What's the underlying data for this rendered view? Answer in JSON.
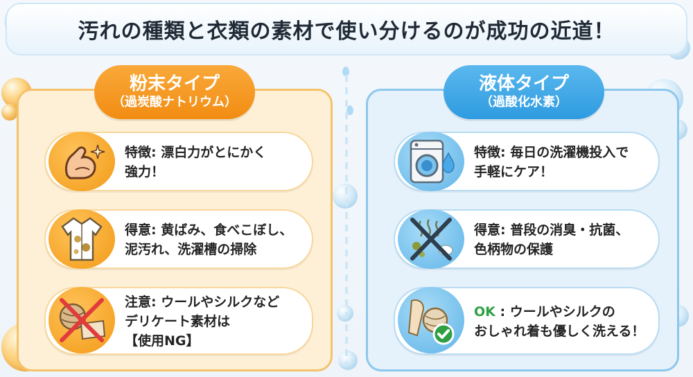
{
  "title": "汚れの種類と衣類の素材で使い分けるのが成功の近道！",
  "left": {
    "header_title": "粉末タイプ",
    "header_sub": "（過炭酸ナトリウム）",
    "cards": [
      {
        "icon": "flexed-arm-icon",
        "line1": "特徴: 漂白力がとにかく",
        "line2": "強力！",
        "line3": ""
      },
      {
        "icon": "stained-shirt-icon",
        "line1": "得意: 黄ばみ、食べこぼし、",
        "line2": "泥汚れ、洗濯槽の掃除",
        "line3": ""
      },
      {
        "icon": "wool-silk-prohibited-icon",
        "line1": "注意: ウールやシルクなど",
        "line2": "デリケート素材は",
        "line3": "【使用NG】"
      }
    ]
  },
  "right": {
    "header_title": "液体タイプ",
    "header_sub": "（過酸化水素）",
    "cards": [
      {
        "icon": "washing-machine-icon",
        "line1": "特徴: 毎日の洗濯機投入で",
        "line2": "手軽にケア！",
        "line3": ""
      },
      {
        "icon": "odor-germ-cross-icon",
        "line1": "得意: 普段の消臭・抗菌、",
        "line2": "色柄物の保護",
        "line3": ""
      },
      {
        "icon": "wool-scarf-check-icon",
        "ok_label": "OK",
        "line1_rest": " : ウールやシルクの",
        "line2": "おしゃれ着も優しく洗える！",
        "line3": ""
      }
    ]
  },
  "colors": {
    "orange_accent": "#f28c12",
    "blue_accent": "#2e9be0",
    "ok_green": "#2ea043"
  }
}
